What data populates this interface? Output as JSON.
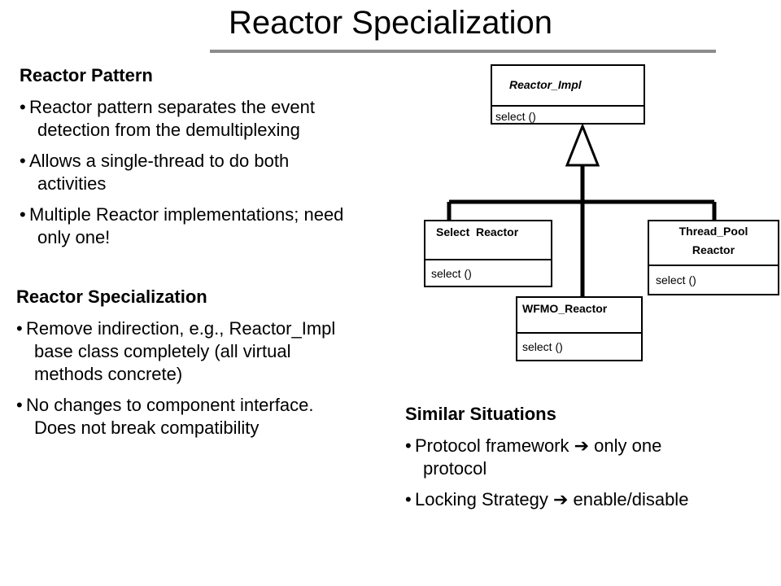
{
  "title": "Reactor Specialization",
  "sections": {
    "pattern": {
      "heading": "Reactor Pattern",
      "bullets": [
        {
          "bullet": "•",
          "line1": "Reactor pattern separates the event",
          "line2": "detection from the demultiplexing"
        },
        {
          "bullet": "•",
          "line1": "Allows a single-thread to do both",
          "line2": "activities"
        },
        {
          "bullet": "•",
          "line1": "Multiple Reactor implementations; need",
          "line2": "only one!"
        }
      ]
    },
    "specialization": {
      "heading": "Reactor Specialization",
      "bullets": [
        {
          "bullet": "•",
          "line1": "Remove indirection, e.g., Reactor_Impl",
          "line2": "base class completely (all virtual",
          "line3": "methods concrete)"
        },
        {
          "bullet": "•",
          "line1": "No changes to component interface.",
          "line2": "Does not break compatibility"
        }
      ]
    },
    "similar": {
      "heading": "Similar Situations",
      "bullets": [
        {
          "bullet": "•",
          "line1": "Protocol framework ➔ only one",
          "line2": "protocol"
        },
        {
          "bullet": "•",
          "line1": "Locking Strategy ➔ enable/disable"
        }
      ]
    }
  },
  "diagram": {
    "base": {
      "name": "Reactor_Impl",
      "op": "select ()"
    },
    "select_reactor": {
      "name": "Select  Reactor",
      "op": "select ()"
    },
    "wfmo_reactor": {
      "name": "WFMO_Reactor",
      "op": "select ()"
    },
    "thread_pool_reactor": {
      "name_line1": "Thread_Pool",
      "name_line2": "Reactor",
      "op": "select ()"
    }
  }
}
